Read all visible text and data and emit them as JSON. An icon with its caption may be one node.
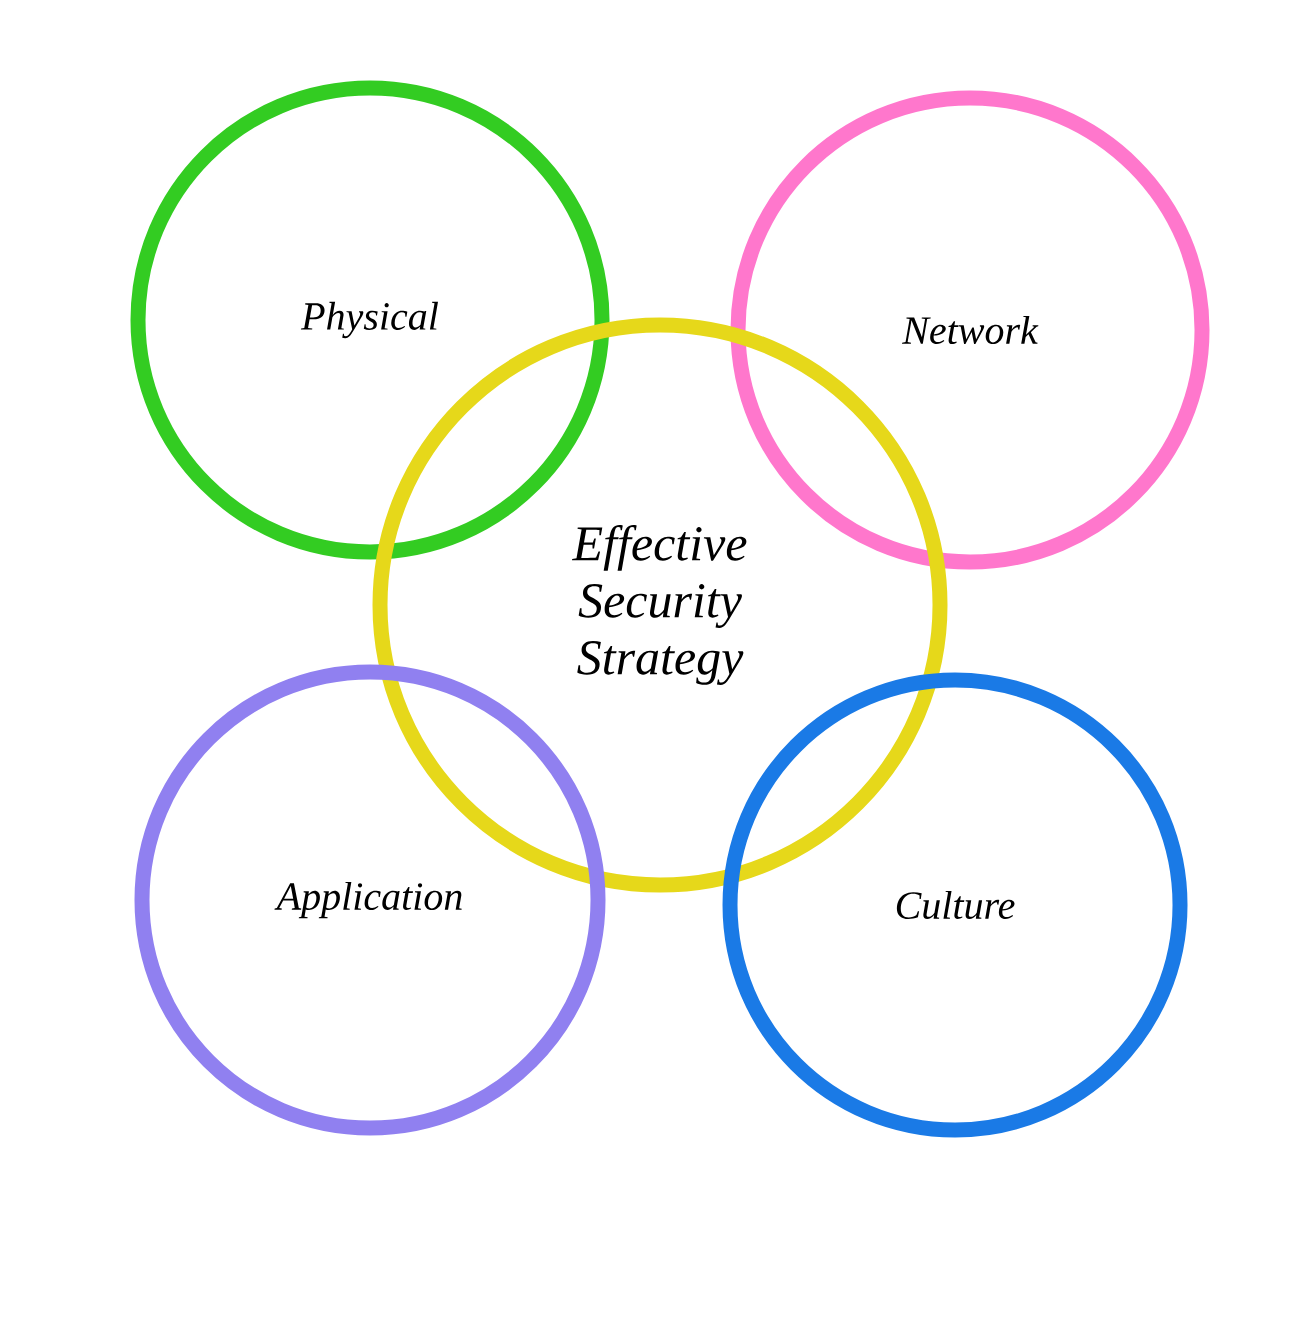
{
  "diagram": {
    "nodes": [
      {
        "text": [
          "Physical"
        ]
      },
      {
        "text": [
          "Network"
        ]
      },
      {
        "text": [
          "Effective Security Strategy"
        ]
      },
      {
        "text": [
          "Application"
        ]
      },
      {
        "text": [
          "Culture"
        ]
      }
    ]
  }
}
